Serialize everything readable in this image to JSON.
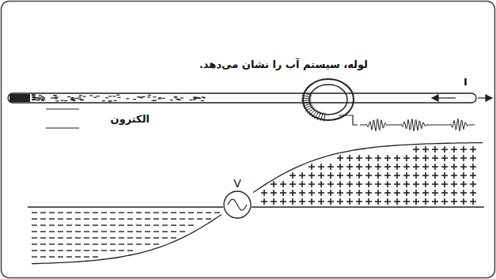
{
  "diagram": {
    "nodes": [
      {
        "text": [
          "V"
        ]
      }
    ],
    "labels": [
      "لوله، سیستم آب را نشان می‌دهد.",
      "الکترون",
      "I"
    ]
  }
}
